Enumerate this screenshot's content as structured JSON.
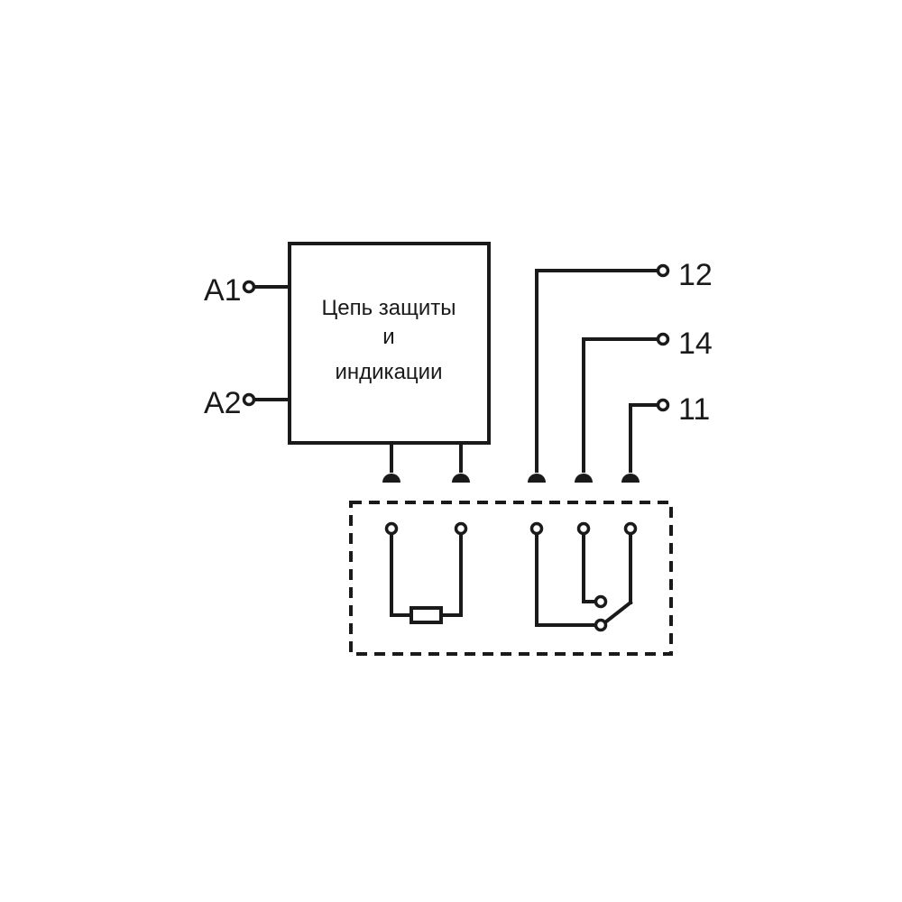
{
  "terminals": {
    "a1": "A1",
    "a2": "A2",
    "t12": "12",
    "t14": "14",
    "t11": "11"
  },
  "box": {
    "line1": "Цепь защиты",
    "line2": "и",
    "line3": "индикации"
  },
  "colors": {
    "stroke": "#1a1a1a",
    "background": "#ffffff"
  }
}
